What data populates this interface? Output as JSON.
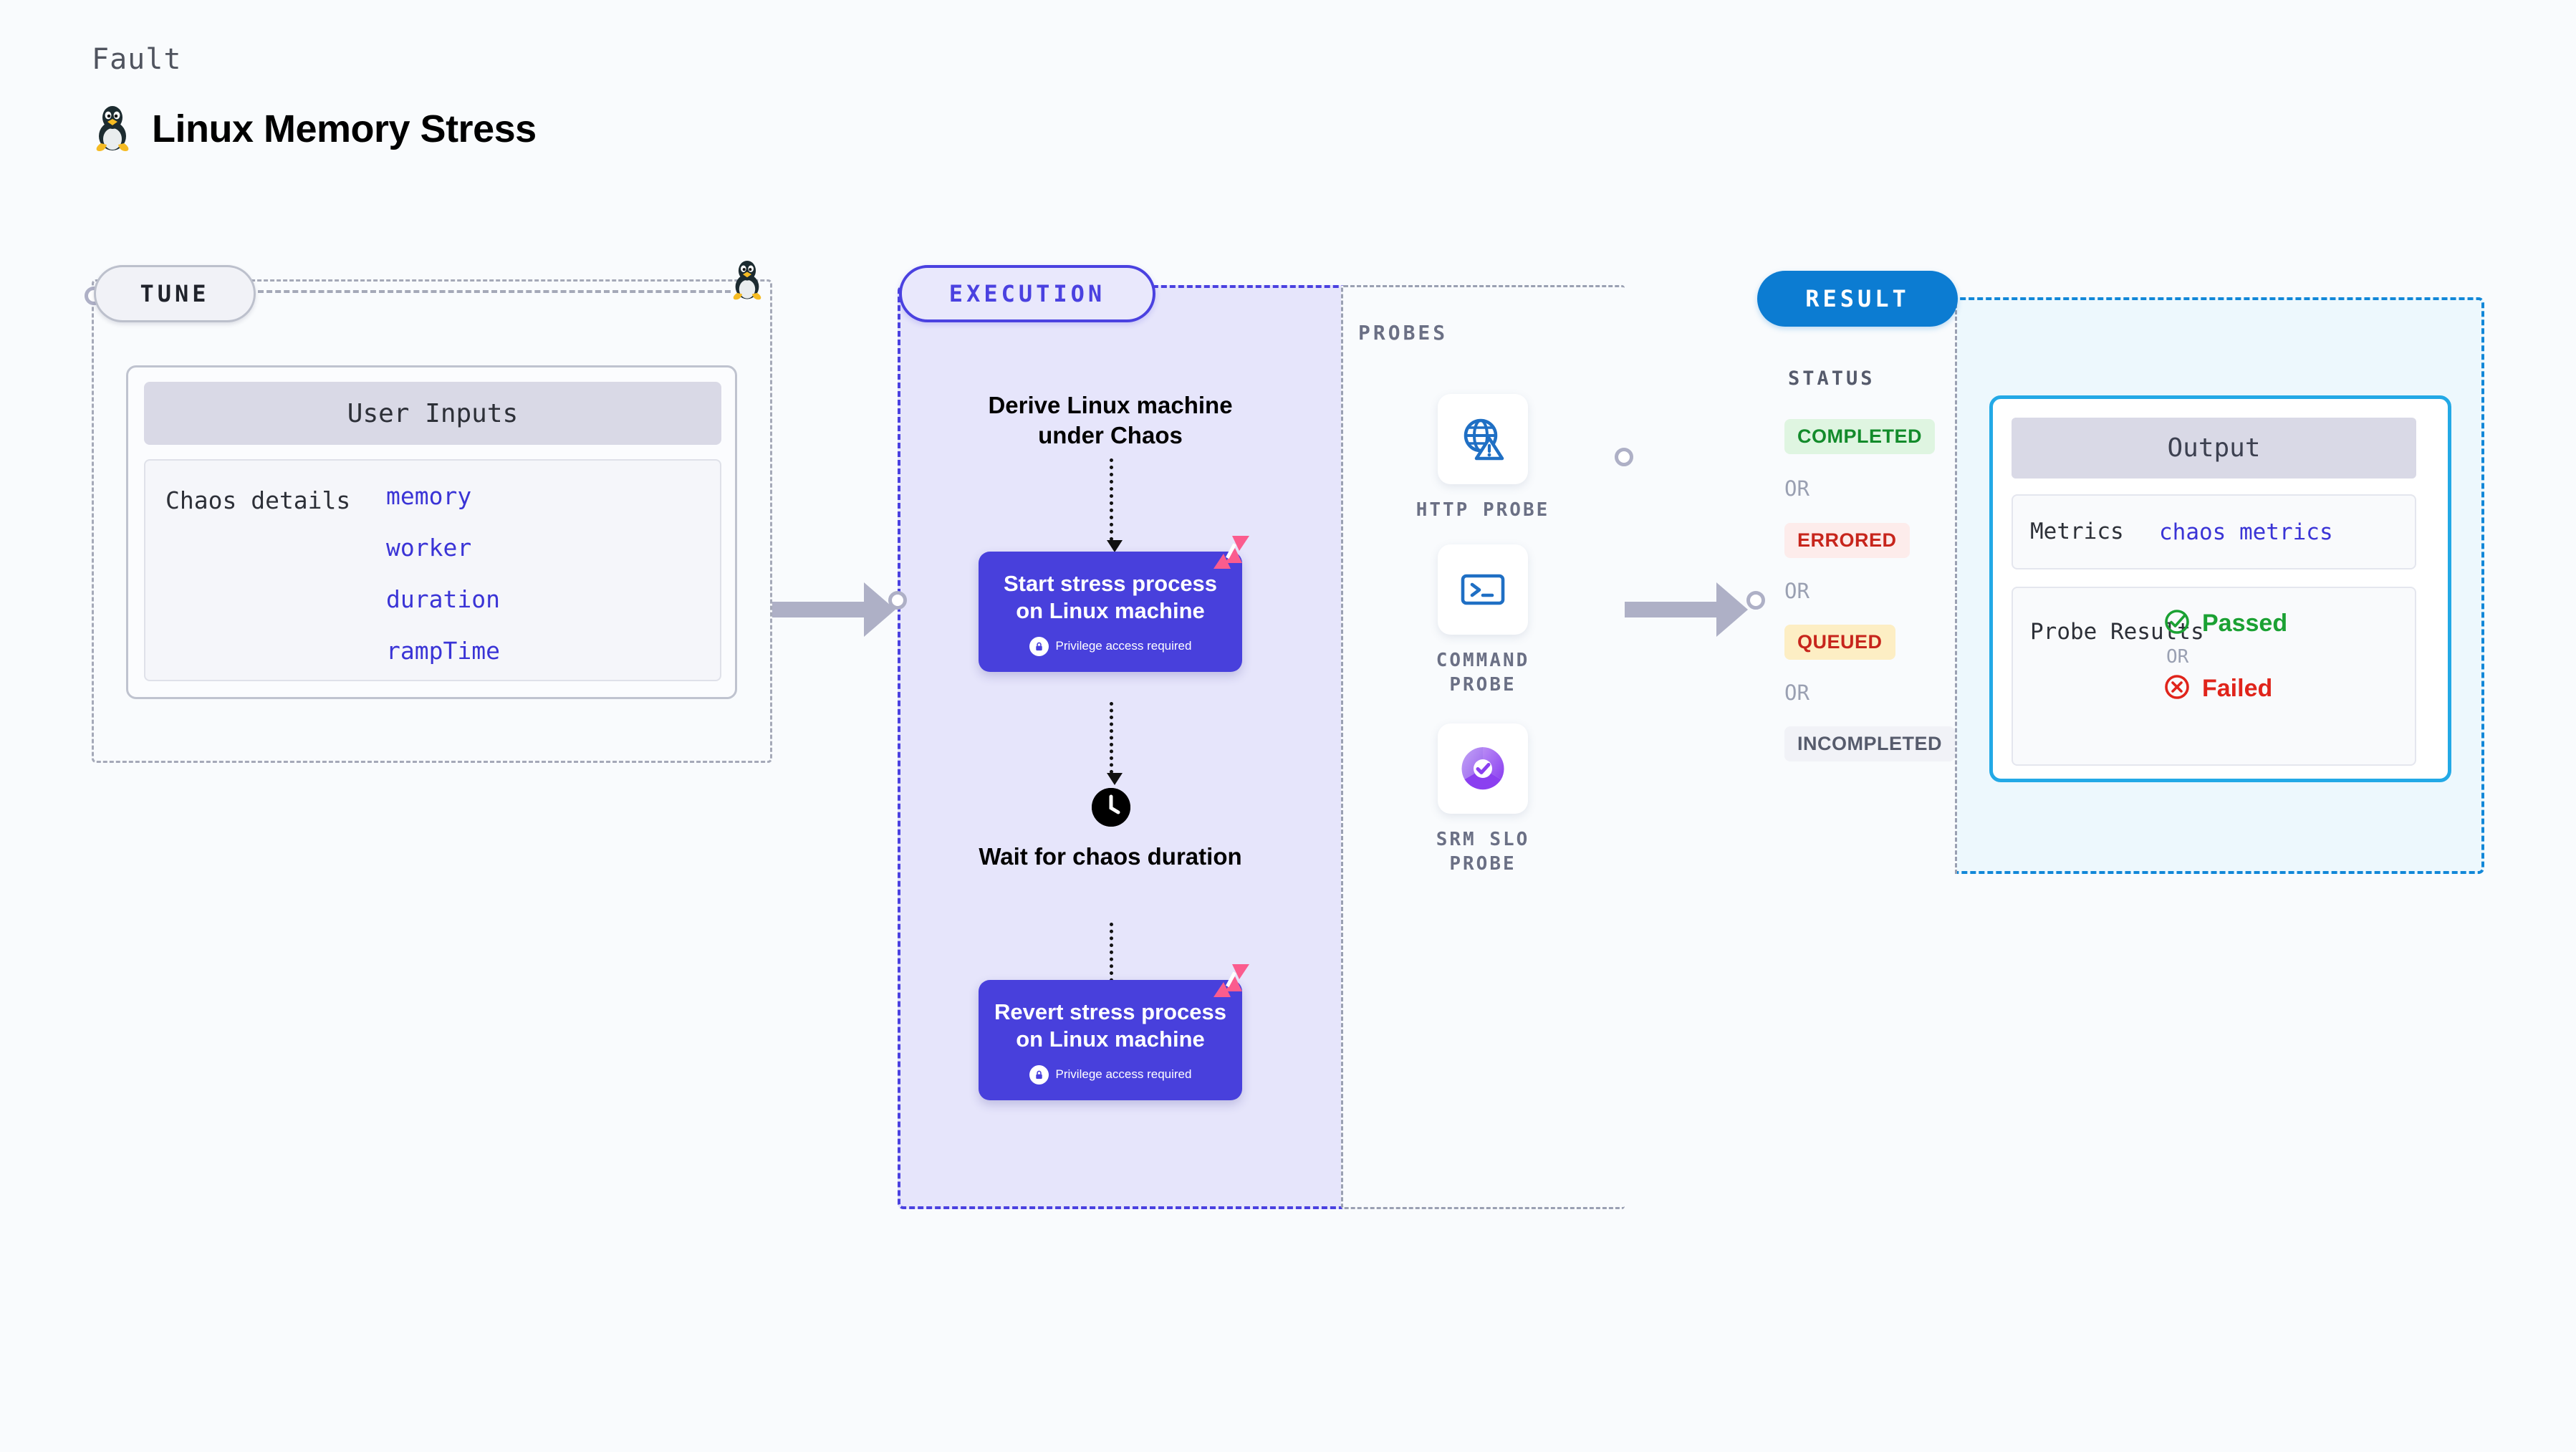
{
  "header": {
    "kicker": "Fault",
    "title": "Linux Memory Stress",
    "icon": "tux-penguin-icon"
  },
  "tune": {
    "pill_label": "TUNE",
    "card": {
      "header": "User Inputs",
      "section_label": "Chaos details",
      "params": [
        "memory",
        "worker",
        "duration",
        "rampTime"
      ]
    }
  },
  "execution": {
    "pill_label": "EXECUTION",
    "derive_step": "Derive Linux machine under Chaos",
    "start_card": {
      "title": "Start stress process on Linux machine",
      "privilege_note": "Privilege access required"
    },
    "wait_step": "Wait for chaos duration",
    "revert_card": {
      "title": "Revert stress process on Linux machine",
      "privilege_note": "Privilege access required"
    }
  },
  "probes": {
    "section_label": "PROBES",
    "items": [
      {
        "label": "HTTP PROBE",
        "icon": "globe-warning-icon"
      },
      {
        "label": "COMMAND PROBE",
        "icon": "terminal-icon"
      },
      {
        "label": "SRM SLO PROBE",
        "icon": "slo-donut-check-icon"
      }
    ]
  },
  "result": {
    "pill_label": "RESULT",
    "status_label": "STATUS",
    "or_label": "OR",
    "statuses": [
      {
        "label": "COMPLETED",
        "color": "#138b2b",
        "bg": "#dff5e1"
      },
      {
        "label": "ERRORED",
        "color": "#c7251c",
        "bg": "#fdeceb"
      },
      {
        "label": "QUEUED",
        "color": "#c7251c",
        "bg": "#fdeec4"
      },
      {
        "label": "INCOMPLETED",
        "color": "#565b6c",
        "bg": "#f1f2f7"
      }
    ],
    "output": {
      "header": "Output",
      "metrics_key": "Metrics",
      "metrics_value": "chaos metrics",
      "probe_results_key": "Probe Results",
      "passed_label": "Passed",
      "failed_label": "Failed",
      "or_label": "OR"
    }
  },
  "colors": {
    "accent_purple": "#4840dc",
    "accent_blue": "#0c7cd2",
    "panel_lavender": "#e6e5fb",
    "panel_cyan": "#edf8fd",
    "badge_pink": "#fb5c8e"
  }
}
